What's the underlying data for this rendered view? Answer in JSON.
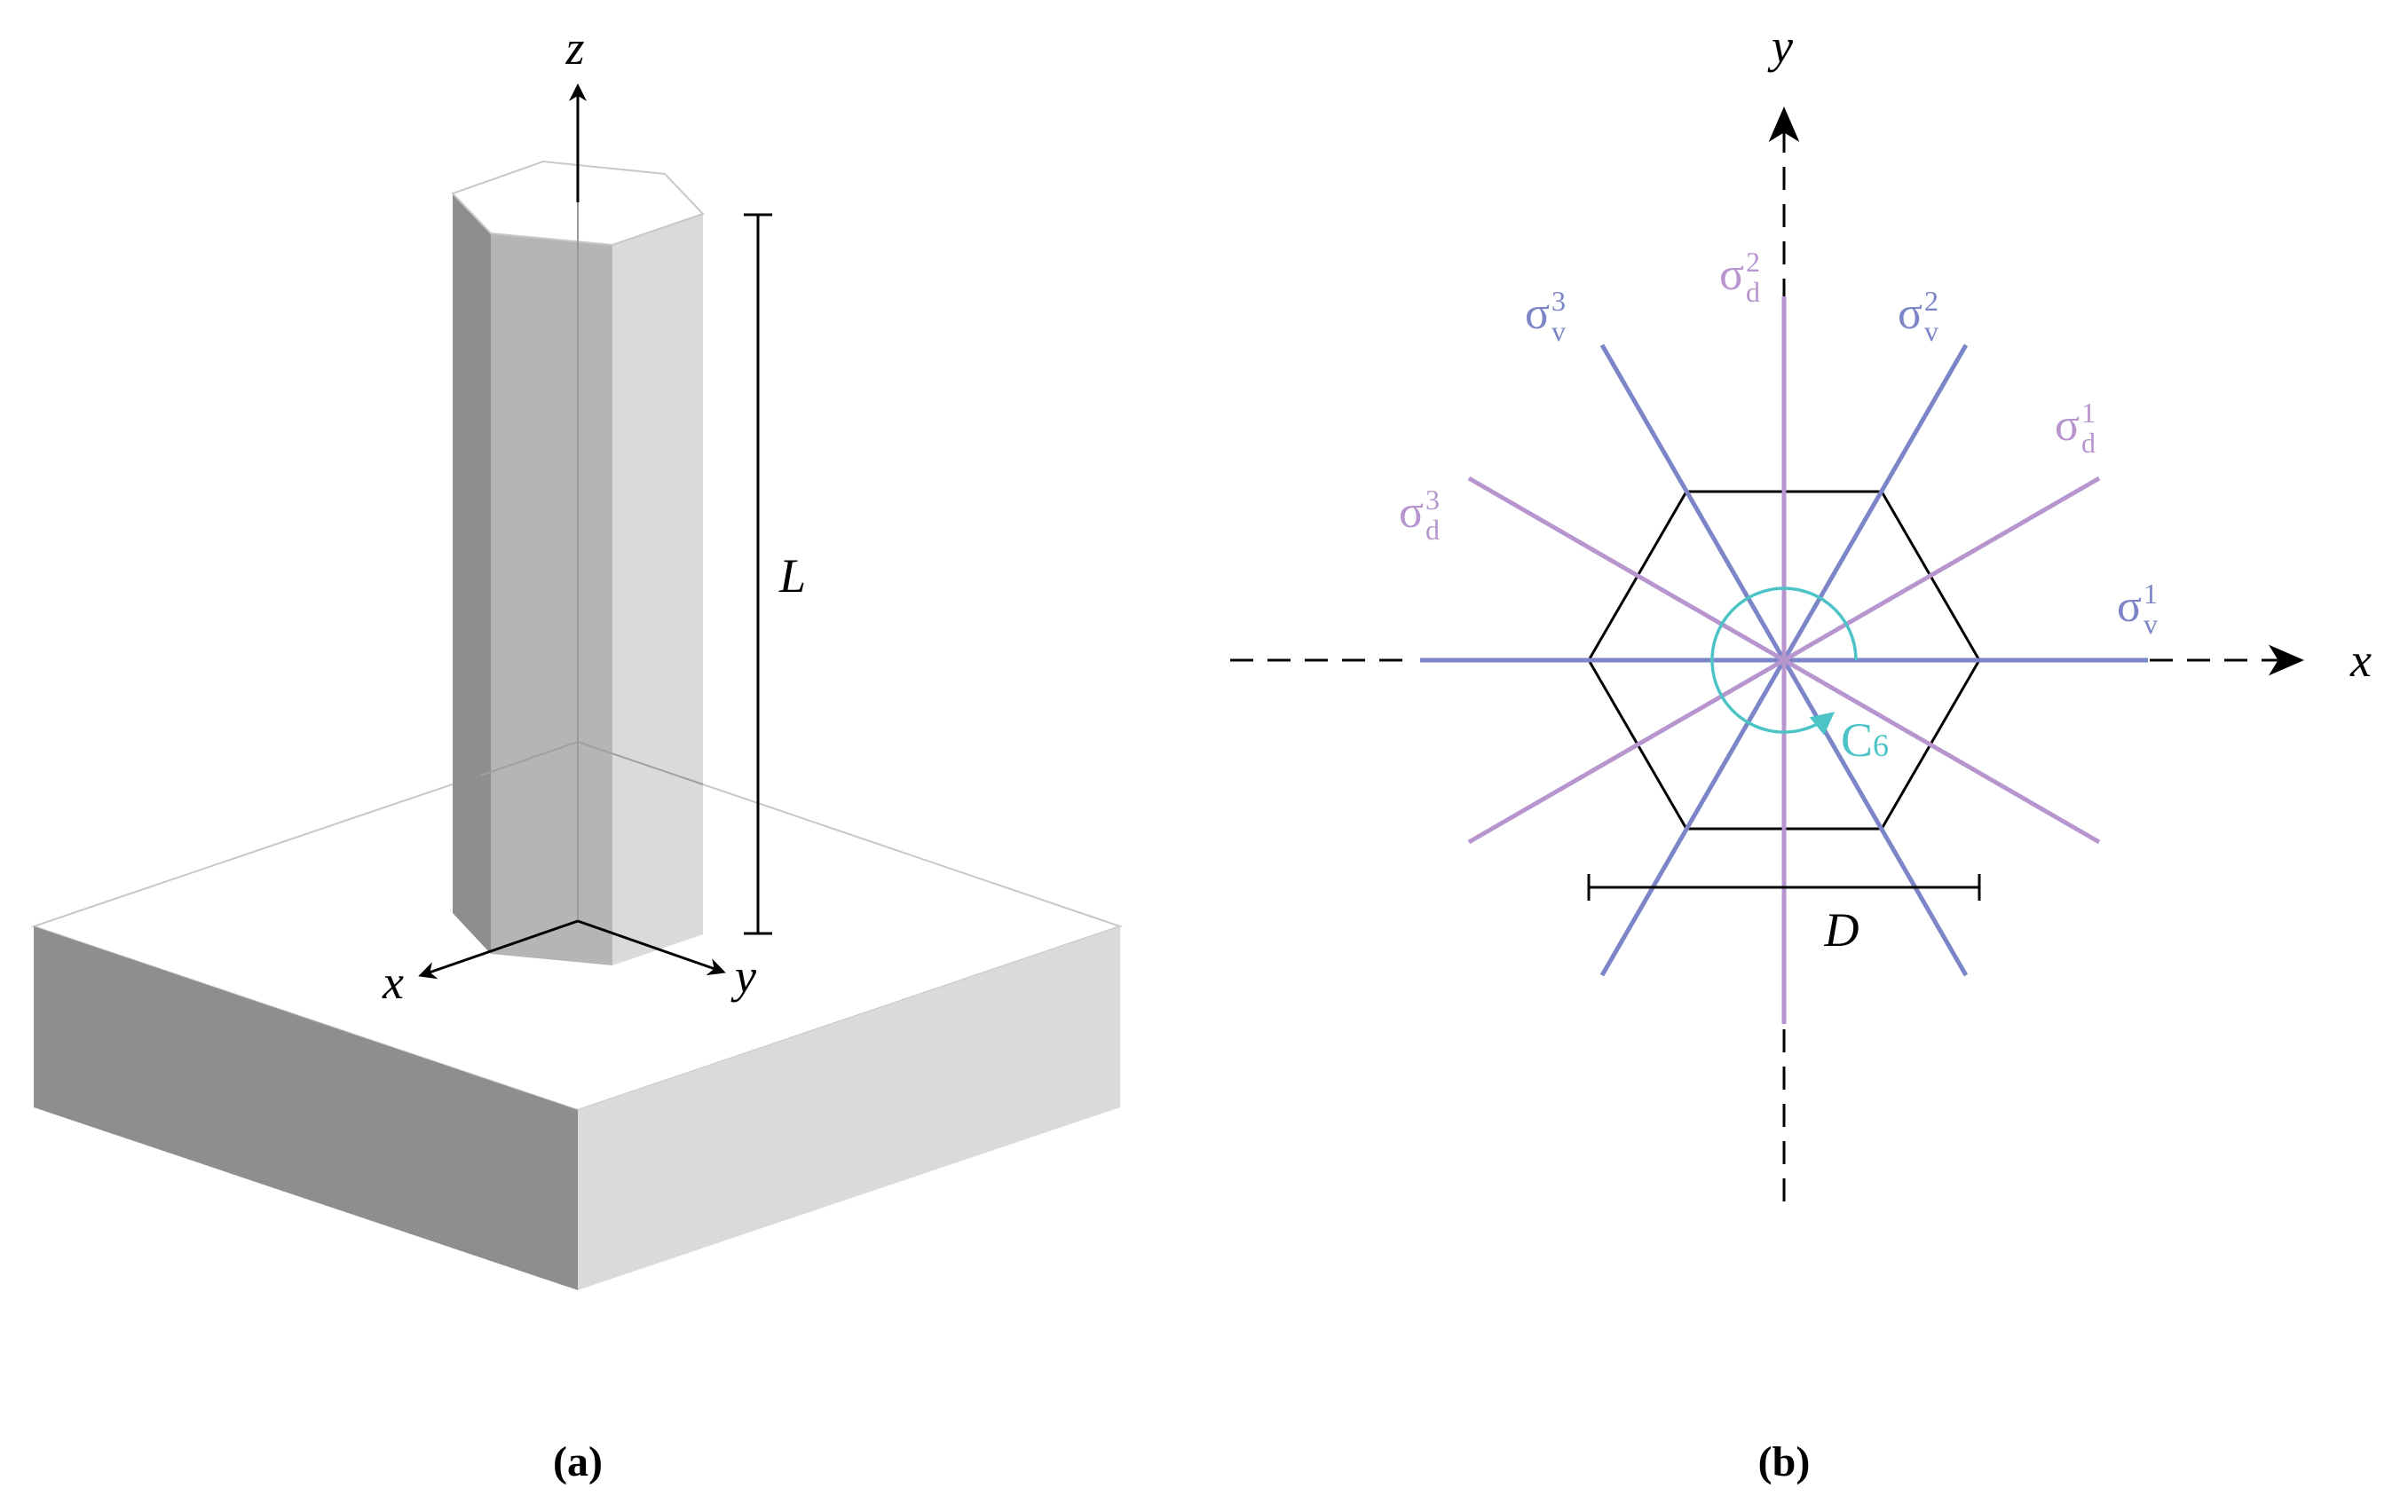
{
  "colors": {
    "vertical_plane": "#7b85c7",
    "diagonal_plane": "#b795cf",
    "rotation": "#4cc3c6",
    "outline": "#000000",
    "face_dark": "#8e8e8e",
    "face_mid": "#b5b5b5",
    "face_light": "#dadada"
  },
  "panel_a": {
    "caption": "(a)",
    "axis_z": "z",
    "axis_x": "x",
    "axis_y": "y",
    "length_label": "L"
  },
  "panel_b": {
    "caption": "(b)",
    "axis_x": "x",
    "axis_y": "y",
    "diameter_label": "D",
    "rotation_label": "C",
    "rotation_order": "6",
    "sigma_symbol": "σ",
    "sigma_v_subscript": "v",
    "sigma_d_subscript": "d",
    "planes": [
      {
        "family": "v",
        "index": "1"
      },
      {
        "family": "v",
        "index": "2"
      },
      {
        "family": "v",
        "index": "3"
      },
      {
        "family": "d",
        "index": "1"
      },
      {
        "family": "d",
        "index": "2"
      },
      {
        "family": "d",
        "index": "3"
      }
    ]
  }
}
